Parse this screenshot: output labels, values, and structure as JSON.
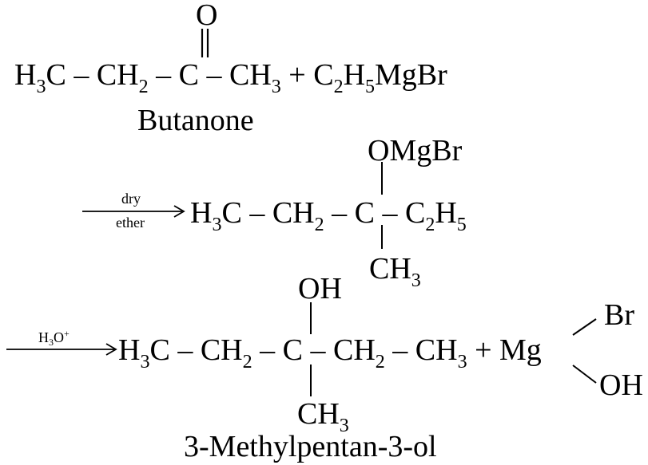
{
  "reaction": {
    "step1": {
      "reactant_ketone": {
        "c1": "H",
        "c1_sub": "3",
        "c1_end": "C",
        "d1": " – ",
        "c2": "CH",
        "c2_sub": "2",
        "d2": " – ",
        "c3": "C",
        "d3": " – ",
        "c4": "CH",
        "c4_sub": "3"
      },
      "ketone_oxygen": "O",
      "plus": " + ",
      "grignard": {
        "a": "C",
        "a_sub": "2",
        "b": "H",
        "b_sub": "5",
        "c": "MgBr"
      },
      "reactant_label": "Butanone"
    },
    "step2": {
      "arrow_above": "dry",
      "arrow_below": "ether",
      "chain": {
        "c1": "H",
        "c1_sub": "3",
        "c1_end": "C",
        "d1": " – ",
        "c2": "CH",
        "c2_sub": "2",
        "d2": " – ",
        "c3": "C",
        "d3": " – ",
        "c4": "C",
        "c4_sub": "2",
        "c4_b": "H",
        "c4_b_sub": "5"
      },
      "top_group": "OMgBr",
      "bottom_group": {
        "a": "CH",
        "a_sub": "3"
      }
    },
    "step3": {
      "arrow_above": {
        "a": "H",
        "a_sub": "3",
        "b": "O",
        "b_sup": "+"
      },
      "chain": {
        "c1": "H",
        "c1_sub": "3",
        "c1_end": "C",
        "d1": " – ",
        "c2": "CH",
        "c2_sub": "2",
        "d2": " – ",
        "c3": "C",
        "d3": " – ",
        "c4": "CH",
        "c4_sub": "2",
        "d4": " – ",
        "c5": "CH",
        "c5_sub": "3"
      },
      "top_group": "OH",
      "bottom_group": {
        "a": "CH",
        "a_sub": "3"
      },
      "plus": " + ",
      "byproduct_center": "Mg",
      "byproduct_top": "Br",
      "byproduct_bottom": "OH",
      "product_label": "3-Methylpentan-3-ol"
    }
  }
}
